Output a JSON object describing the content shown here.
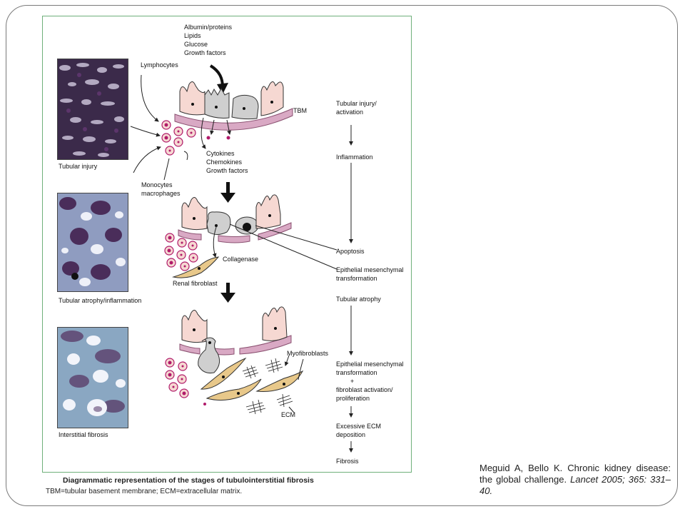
{
  "figure": {
    "histology_labels": [
      "Tubular injury",
      "Tubular atrophy/inflammation",
      "Interstitial fibrosis"
    ],
    "filtered_substances": [
      "Albumin/proteins",
      "Lipids",
      "Glucose",
      "Growth factors"
    ],
    "lymphocytes": "Lymphocytes",
    "tbm": "TBM",
    "mediators": [
      "Cytokines",
      "Chemokines",
      "Growth factors"
    ],
    "monocytes": [
      "Monocytes",
      "macrophages"
    ],
    "collagenase": "Collagenase",
    "renal_fibroblast": "Renal fibroblast",
    "myofibroblasts": "Myofibroblasts",
    "ecm": "ECM",
    "stages": {
      "tubular_injury": [
        "Tubular injury/",
        "activation"
      ],
      "inflammation": "Inflammation",
      "apoptosis": "Apoptosis",
      "emt1": [
        "Epithelial mesenchymal",
        "transformation"
      ],
      "tubular_atrophy": "Tubular atrophy",
      "emt2": [
        "Epithelial mesenchymal",
        "transformation"
      ],
      "plus": "+",
      "fibroblast": [
        "fibroblast activation/",
        "proliferation"
      ],
      "excess_ecm": [
        "Excessive ECM",
        "deposition"
      ],
      "fibrosis": "Fibrosis"
    },
    "caption_title": "Diagrammatic representation of the stages of tubulointerstitial fibrosis",
    "caption_sub": "TBM=tubular basement membrane; ECM=extracellular matrix."
  },
  "citation": {
    "text": "Meguid A, Bello K. Chronic kidney disease: the global challenge.",
    "journal": "Lancet 2005; 365: 331–40."
  },
  "colors": {
    "frame": "#7a7a7a",
    "figure_border": "#6fb07a",
    "epithelial_cell": "#f6d8d2",
    "injured_cell": "#cfcfcf",
    "membrane": "#d9a9c4",
    "leukocyte": "#b01a6a",
    "fibroblast": "#e8c88a"
  }
}
